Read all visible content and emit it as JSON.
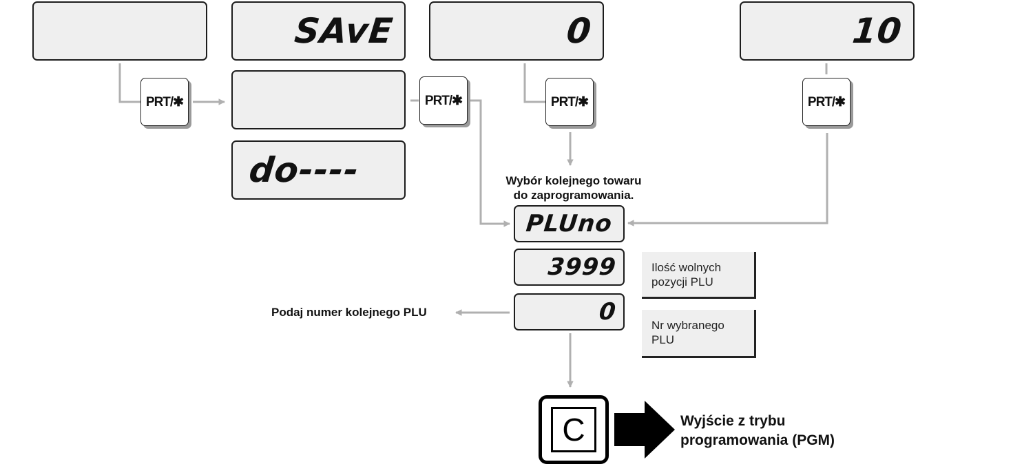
{
  "displays": {
    "d1": "",
    "d2": "SAvE",
    "d3": "0",
    "d4": "10",
    "d5": "",
    "d6": "do----",
    "pluno": "PLUno",
    "free": "3999",
    "selected": "0"
  },
  "keys": {
    "prt_label": "PRT/✱",
    "c_label": "C"
  },
  "labels": {
    "next_item_line1": "Wybór kolejnego towaru",
    "next_item_line2": "do zaprogramowania.",
    "enter_plu": "Podaj numer kolejnego PLU",
    "exit_line1": "Wyjście z trybu",
    "exit_line2": "programowania (PGM)"
  },
  "notes": {
    "free_line1": "Ilość wolnych",
    "free_line2": "pozycji PLU",
    "selected_line1": "Nr wybranego",
    "selected_line2": "PLU"
  },
  "colors": {
    "connector": "#b0b0b0",
    "lcd_background": "#efefef",
    "exit_arrow": "#000000"
  }
}
